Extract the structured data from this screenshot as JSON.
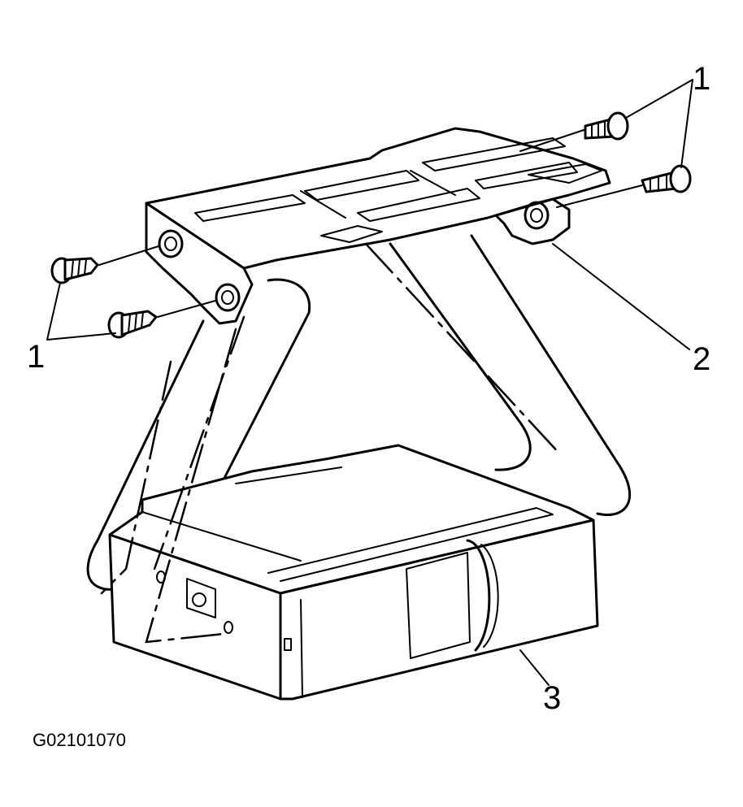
{
  "diagram": {
    "figure_id": "G02101070",
    "callouts": [
      {
        "number": "1"
      },
      {
        "number": "1"
      },
      {
        "number": "2"
      },
      {
        "number": "3"
      }
    ]
  }
}
